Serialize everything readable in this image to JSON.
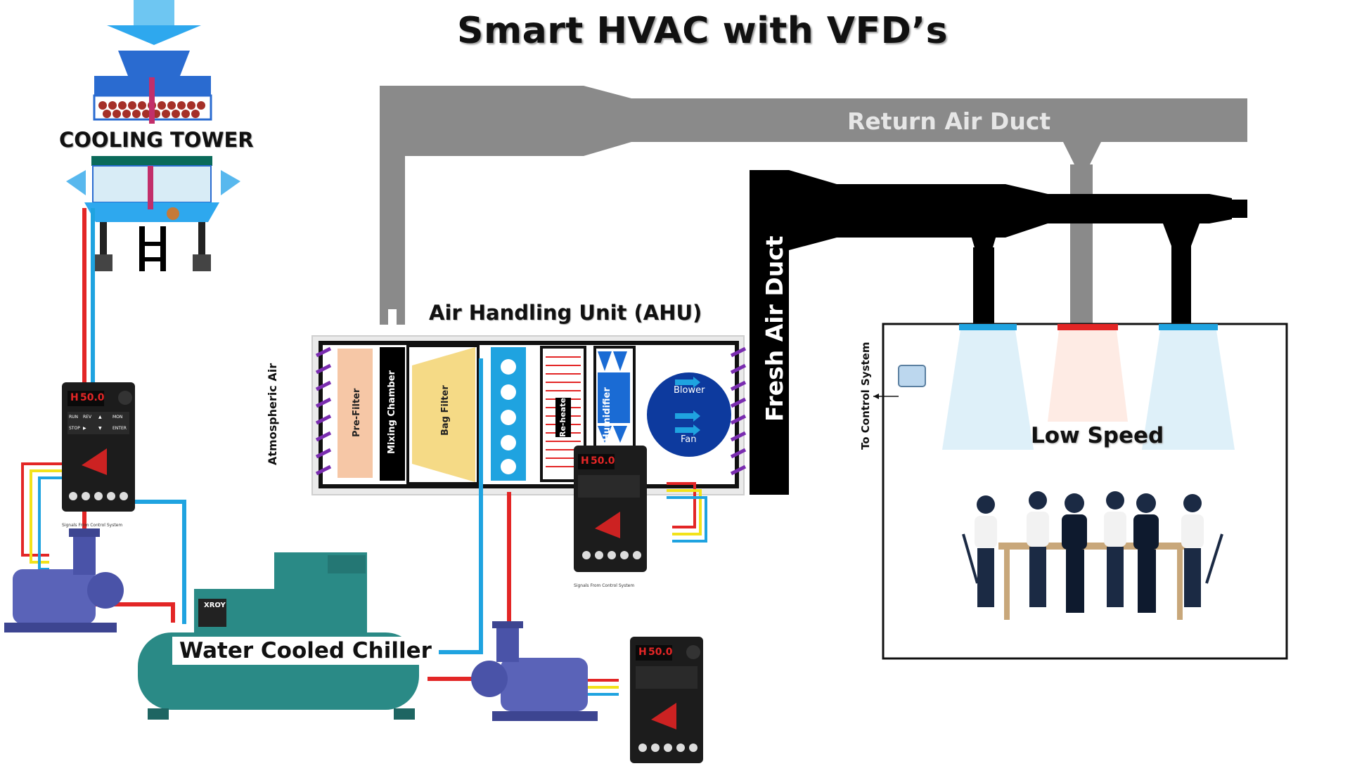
{
  "title": "Smart HVAC with VFD’s",
  "labels": {
    "cooling_tower": "COOLING TOWER",
    "return_air_duct": "Return Air Duct",
    "fresh_air_duct": "Fresh Air Duct",
    "ahu": "Air Handling Unit (AHU)",
    "atmospheric_air": "Atmospheric Air",
    "to_control_system": "To Control System",
    "low_speed": "Low Speed",
    "water_cooled_chiller": "Water Cooled Chiller",
    "signals_from_control": "Signals From Control System"
  },
  "ahu_sections": {
    "pre_filter": "Pre-Filter",
    "mixing_chamber": "Mixing Chamber",
    "bag_filter": "Bag Filter",
    "re_heater": "Re-heater",
    "humidifier": "Humidifier",
    "blower": "Blower",
    "fan": "Fan"
  },
  "vfd_display": "50.0",
  "vfd_display_prefix": "H",
  "vfd_buttons": [
    "RUN",
    "REV",
    "▲",
    "MON",
    "STOP",
    "▶",
    "▼",
    "ENTER"
  ],
  "chiller_brand": "XROY",
  "colors": {
    "hot_water": "#e32626",
    "chilled_water": "#1fa3e0",
    "return_duct": "#8a8a8a",
    "fresh_duct": "#000000",
    "pump": "#5a63b8",
    "chiller": "#2a8a86",
    "vfd_body": "#1c1c1c",
    "signal_yellow": "#f2e21a"
  }
}
